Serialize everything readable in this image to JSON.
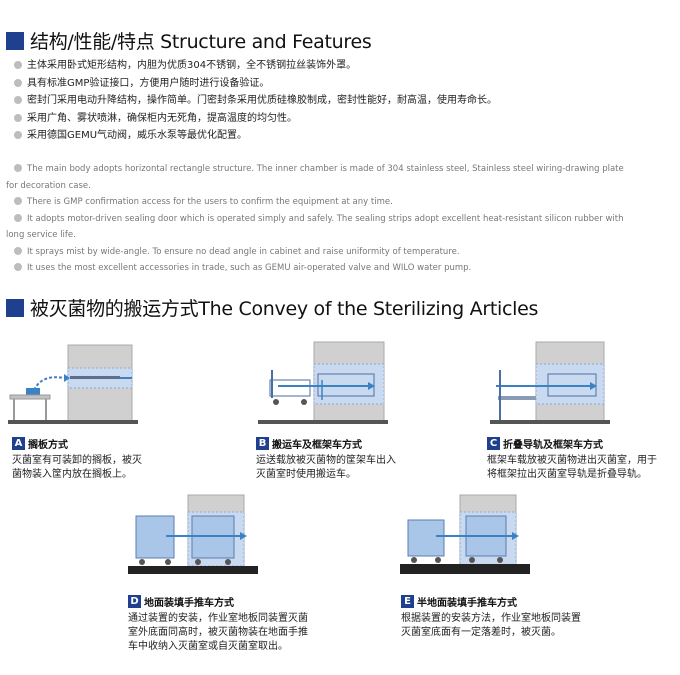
{
  "section1": {
    "title": "结构/性能/特点 Structure and Features",
    "features_cn": [
      "主体采用卧式矩形结构，内胆为优质304不锈钢，全不锈钢拉丝装饰外罩。",
      "具有标准GMP验证接口，方便用户随时进行设备验证。",
      "密封门采用电动升降结构，操作简单。门密封条采用优质硅橡胶制成，密封性能好，耐高温，使用寿命长。",
      "采用广角、雾状喷淋，确保柜内无死角，提高温度的均匀性。",
      "采用德国GEMU气动阀，威乐水泵等最优化配置。"
    ],
    "features_en": [
      {
        "line1": "The main body adopts  horizontal rectangle structure. The inner chamber is made of 304 stainless steel,  Stainless steel wiring-drawing plate",
        "line2": "for decoration case."
      },
      {
        "line1": "There is GMP confirmation access for the users to confirm the equipment at any time.",
        "line2": ""
      },
      {
        "line1": "It adopts motor-driven sealing door which is operated simply and safely. The sealing strips adopt excellent heat-resistant silicon rubber with",
        "line2": "long service life."
      },
      {
        "line1": "It sprays mist by wide-angle. To ensure no dead angle in cabinet and raise uniformity of temperature.",
        "line2": ""
      },
      {
        "line1": "It uses the most excellent accessories in trade, such as GEMU air-operated valve and WILO water pump.",
        "line2": ""
      }
    ]
  },
  "section2": {
    "title": "被灭菌物的搬运方式The Convey of the Sterilizing Articles",
    "methods": [
      {
        "letter": "A",
        "title": "搁板方式",
        "desc": [
          "灭菌室有可装卸的搁板，被灭",
          "菌物装入筐内放在搁板上。"
        ]
      },
      {
        "letter": "B",
        "title": "搬运车及框架车方式",
        "desc": [
          "运送载放被灭菌物的筐架车出入",
          "灭菌室时使用搬运车。"
        ]
      },
      {
        "letter": "C",
        "title": "折叠导轨及框架车方式",
        "desc": [
          "框架车载放被灭菌物进出灭菌室，用于",
          "将框架拉出灭菌室导轨是折叠导轨。"
        ]
      },
      {
        "letter": "D",
        "title": "地面装填手推车方式",
        "desc": [
          "通过装置的安装，作业室地板同装置灭菌",
          "室外底面同高时，被灭菌物装在地面手推",
          "车中收纳入灭菌室或自灭菌室取出。"
        ]
      },
      {
        "letter": "E",
        "title": "半地面装填手推车方式",
        "desc": [
          "根据装置的安装方法，作业室地板同装置",
          "灭菌室底面有一定落差时，被灭菌。"
        ]
      }
    ]
  },
  "colors": {
    "accent": "#1f3f8f",
    "arrow": "#3a82c4",
    "chamber": "#c9d9ef",
    "cabinet": "#d0d0d0"
  }
}
